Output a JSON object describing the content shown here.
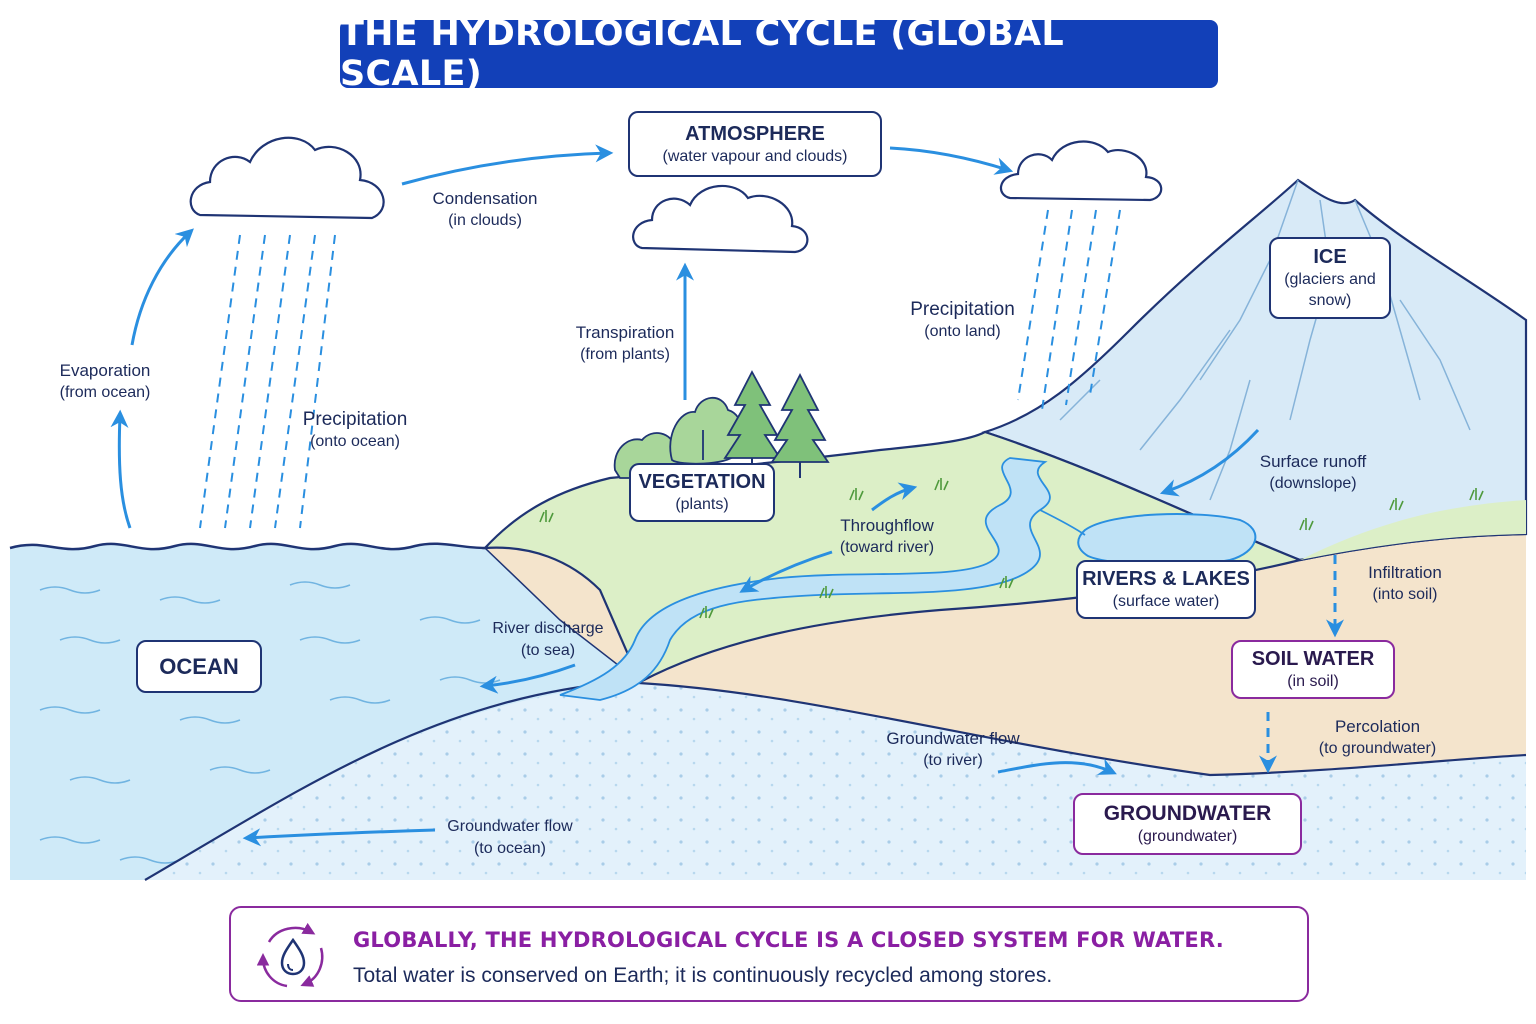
{
  "title": "THE HYDROLOGICAL CYCLE (GLOBAL SCALE)",
  "stores": {
    "atmosphere": {
      "name": "ATMOSPHERE",
      "sub": "(water vapour and clouds)"
    },
    "ice": {
      "name": "ICE",
      "sub_line1": "(glaciers and",
      "sub_line2": "snow)"
    },
    "vegetation": {
      "name": "VEGETATION",
      "sub": "(plants)"
    },
    "rivers": {
      "name": "RIVERS & LAKES",
      "sub": "(surface water)"
    },
    "ocean": {
      "name": "OCEAN"
    },
    "soil": {
      "name": "SOIL WATER",
      "sub": "(in soil)"
    },
    "groundwater": {
      "name": "GROUNDWATER",
      "sub": "(groundwater)"
    }
  },
  "flows": {
    "condensation": {
      "name": "Condensation",
      "sub": "(in clouds)"
    },
    "evaporation": {
      "name": "Evaporation",
      "sub": "(from ocean)"
    },
    "precip_ocean": {
      "name": "Precipitation",
      "sub": "(onto ocean)"
    },
    "transpiration": {
      "name": "Transpiration",
      "sub": "(from plants)"
    },
    "precip_land": {
      "name": "Precipitation",
      "sub": "(onto land)"
    },
    "surface_runoff": {
      "name": "Surface runoff",
      "sub": "(downslope)"
    },
    "throughflow": {
      "name": "Throughflow",
      "sub": "(toward river)"
    },
    "infiltration": {
      "name": "Infiltration",
      "sub": "(into soil)"
    },
    "river_discharge": {
      "name": "River discharge",
      "sub": "(to sea)"
    },
    "percolation": {
      "name": "Percolation",
      "sub": "(to groundwater)"
    },
    "gw_river": {
      "name": "Groundwater flow",
      "sub": "(to river)"
    },
    "gw_ocean": {
      "name": "Groundwater flow",
      "sub": "(to ocean)"
    }
  },
  "footer": {
    "headline": "GLOBALLY, THE HYDROLOGICAL CYCLE IS A CLOSED SYSTEM FOR WATER.",
    "text": "Total water is conserved on Earth; it is continuously recycled among stores."
  },
  "icons": {
    "cycle": "recycle-arrows-icon",
    "drop": "water-drop-icon",
    "cloud": "cloud-icon",
    "tree": "tree-icon",
    "mountain": "mountain-icon"
  },
  "colors": {
    "title_bg": "#1240b8",
    "arrow": "#2a8fe0",
    "box_border": "#1f3474",
    "purple": "#8a2a9e",
    "ocean": "#cfeaf8",
    "land": "#dcefc7",
    "soil": "#f4e4cc",
    "groundwater": "#e3f1fb",
    "ice": "#d8eaf7"
  }
}
